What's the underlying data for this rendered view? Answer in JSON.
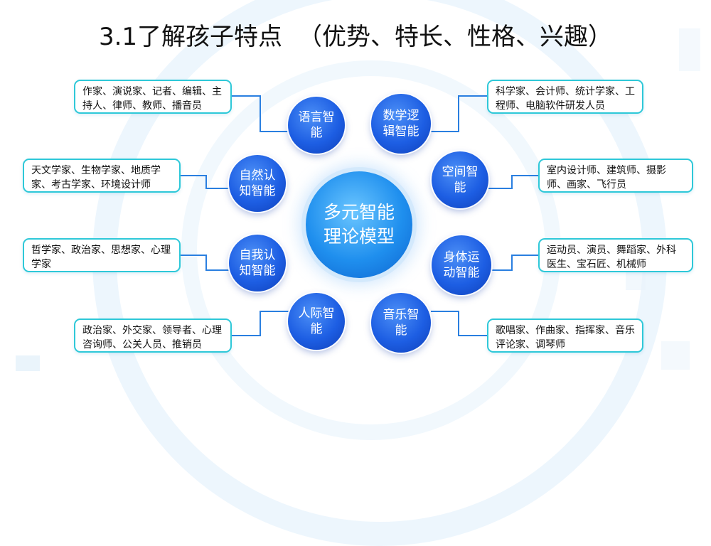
{
  "title": {
    "main": "3.1了解孩子特点",
    "sub": "（优势、特长、性格、兴趣）"
  },
  "center": {
    "label": "多元智能理论模型"
  },
  "nodes": [
    {
      "label": "语言智能",
      "careers": "作家、演说家、记者、编辑、主持人、律师、教师、播音员"
    },
    {
      "label": "数学逻辑智能",
      "careers": "科学家、会计师、统计学家、工程师、电脑软件研发人员"
    },
    {
      "label": "自然认知智能",
      "careers": "天文学家、生物学家、地质学家、考古学家、环境设计师"
    },
    {
      "label": "空间智能",
      "careers": "室内设计师、建筑师、摄影师、画家、飞行员"
    },
    {
      "label": "自我认知智能",
      "careers": "哲学家、政治家、思想家、心理学家"
    },
    {
      "label": "身体运动智能",
      "careers": "运动员、演员、舞蹈家、外科医生、宝石匠、机械师"
    },
    {
      "label": "人际智能",
      "careers": "政治家、外交家、领导者、心理咨询师、公关人员、推销员"
    },
    {
      "label": "音乐智能",
      "careers": "歌唱家、作曲家、指挥家、音乐评论家、调琴师"
    }
  ],
  "colors": {
    "node_blue": "#1d5ee3",
    "center_blue": "#1f8fee",
    "box_border": "#2ec8d8",
    "connector": "#2a7fe0"
  }
}
